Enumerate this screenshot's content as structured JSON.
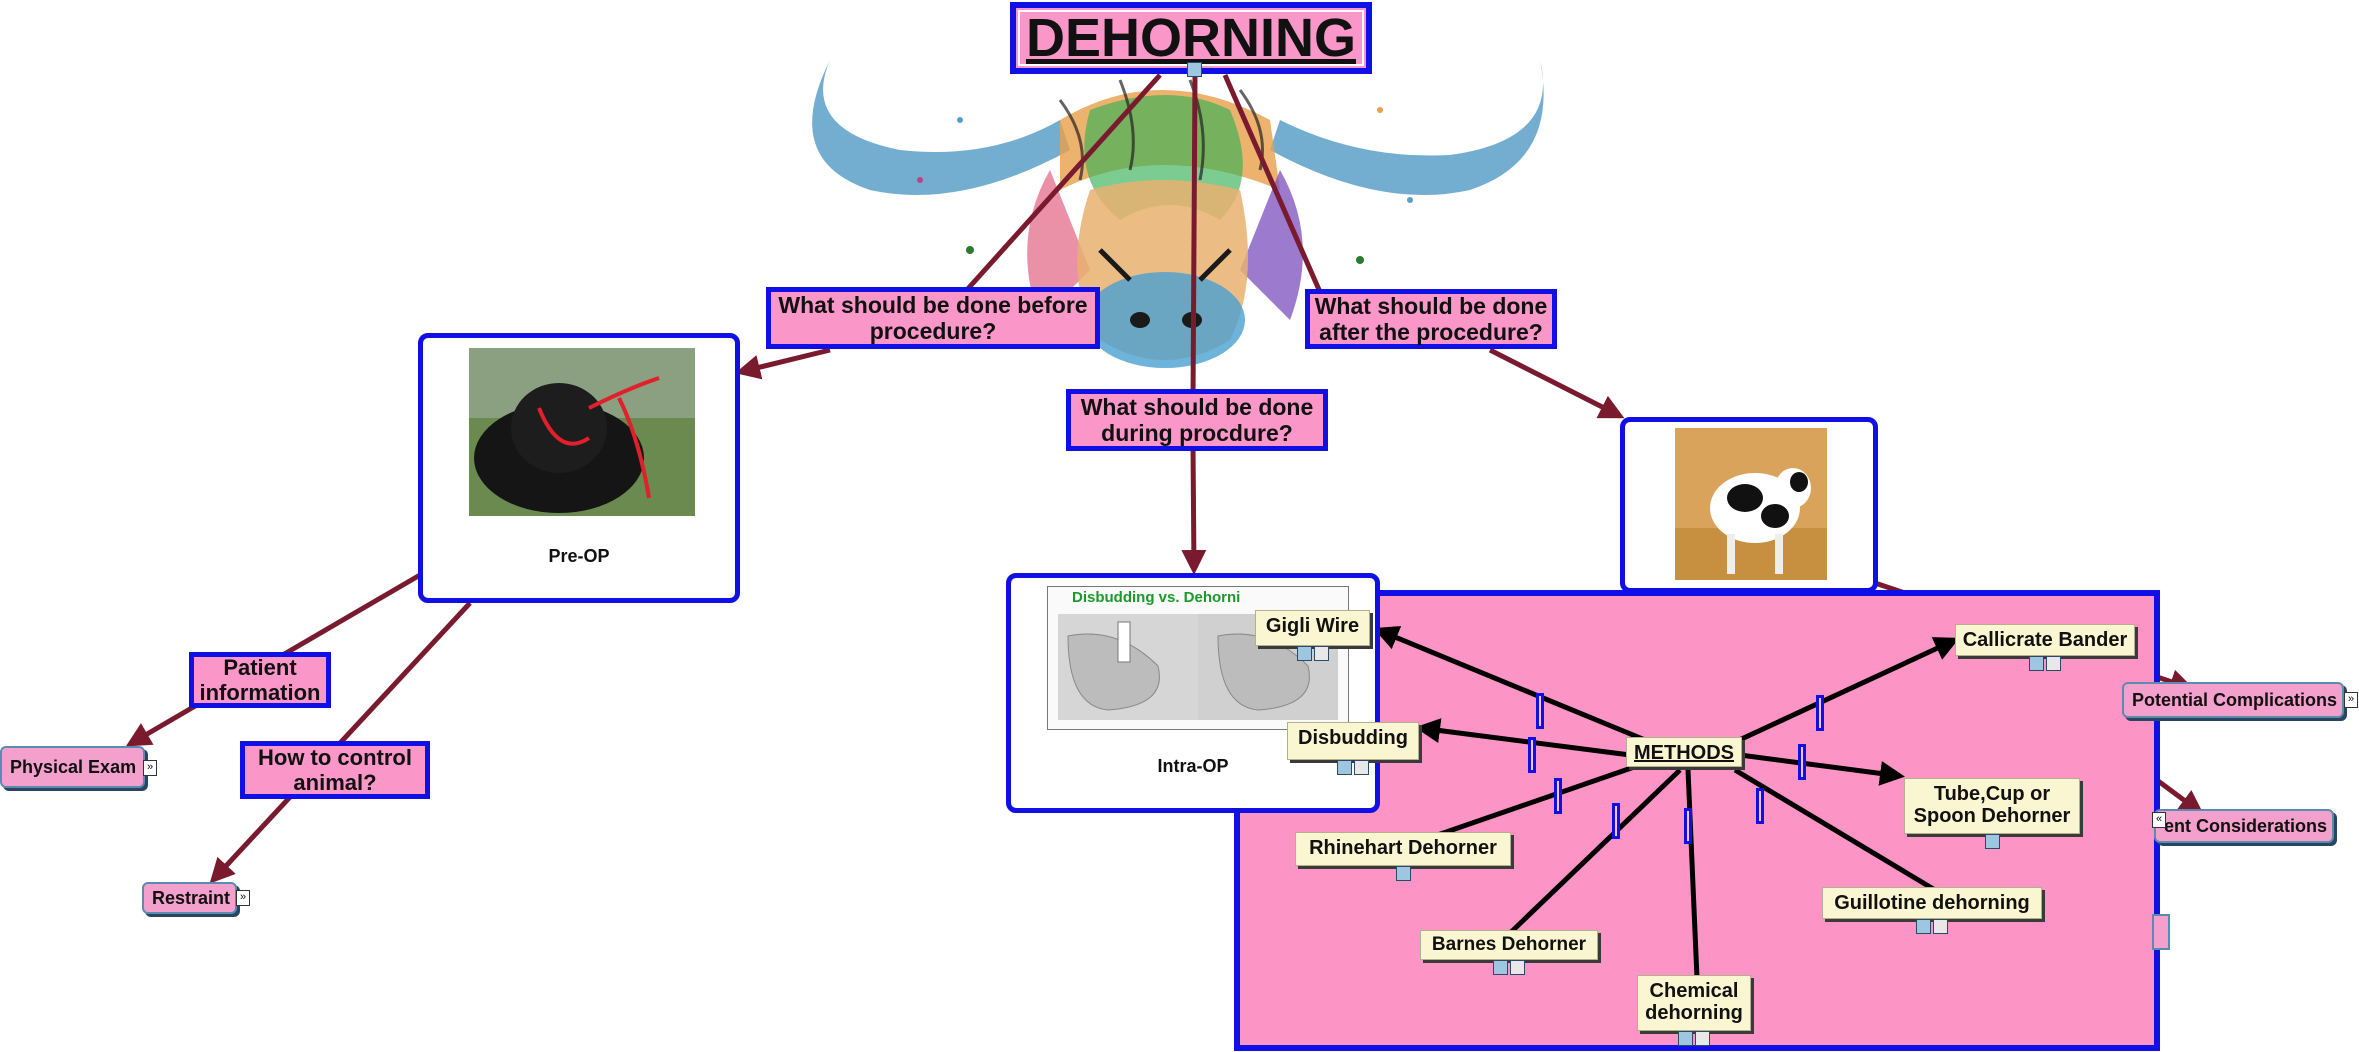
{
  "title": "DEHORNING",
  "questions": {
    "before": "What should be done before procedure?",
    "during": "What should be done during procdure?",
    "after": "What should be done after the procedure?"
  },
  "cards": {
    "pre_op": "Pre-OP",
    "intra_op": "Intra-OP",
    "intra_op_image_heading": "Disbudding vs. Dehorni"
  },
  "pre_op_branches": {
    "patient_information": "Patient information",
    "control_animal": "How to control animal?",
    "physical_exam": "Physical Exam",
    "restraint": "Restraint"
  },
  "post_op_leaves": {
    "potential_complications": "Potential Complications",
    "patient_considerations_partial": "ent Considerations"
  },
  "methods": {
    "center": "METHODS",
    "items": [
      "Gigli Wire",
      "Disbudding",
      "Rhinehart Dehorner",
      "Barnes Dehorner",
      "Chemical dehorning",
      "Guillotine dehorning",
      "Tube,Cup or Spoon Dehorner",
      "Callicrate Bander"
    ]
  },
  "colors": {
    "node_fill": "#fb96c8",
    "node_border": "#1010e6",
    "connector": "#7a1a2e",
    "method_fill": "#fbf6d2",
    "panel_fill": "#fc94c6"
  },
  "icons": [
    "image-icon",
    "document-icon",
    "expand-icon"
  ]
}
